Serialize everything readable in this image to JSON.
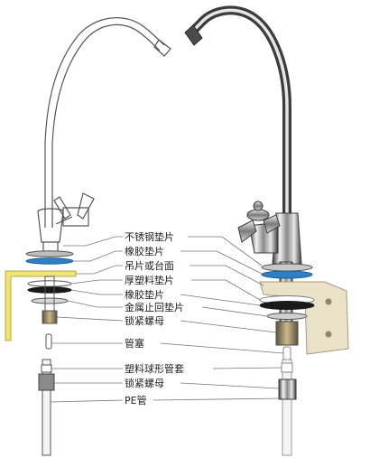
{
  "parts": [
    {
      "id": "stainless-steel-gasket",
      "label": "不锈钢垫片"
    },
    {
      "id": "rubber-gasket-1",
      "label": "橡胶垫片"
    },
    {
      "id": "hanging-plate-or-countertop",
      "label": "吊片或台面"
    },
    {
      "id": "thick-plastic-gasket",
      "label": "厚塑料垫片"
    },
    {
      "id": "rubber-gasket-2",
      "label": "橡胶垫片"
    },
    {
      "id": "metal-anti-rotation-gasket",
      "label": "金属止回垫片"
    },
    {
      "id": "lock-nut-1",
      "label": "锁紧螺母"
    },
    {
      "id": "pipe-plug",
      "label": "管塞"
    },
    {
      "id": "plastic-ball-sleeve",
      "label": "塑料球形管套"
    },
    {
      "id": "lock-nut-2",
      "label": "锁紧螺母"
    },
    {
      "id": "pe-pipe",
      "label": "PE管"
    }
  ],
  "colors": {
    "outline": "#555555",
    "label": "#222222",
    "leader": "#777777",
    "blue_gasket": "#2f7fc4",
    "black_gasket": "#1a1a1a",
    "countertop": "#efe47a",
    "plate_beige": "#e9e1c8",
    "chrome_dark": "#4a4a4a",
    "chrome_light": "#e6e6e6",
    "brass_nut": "#8a7a58",
    "pe_white": "#f4f4f4"
  }
}
